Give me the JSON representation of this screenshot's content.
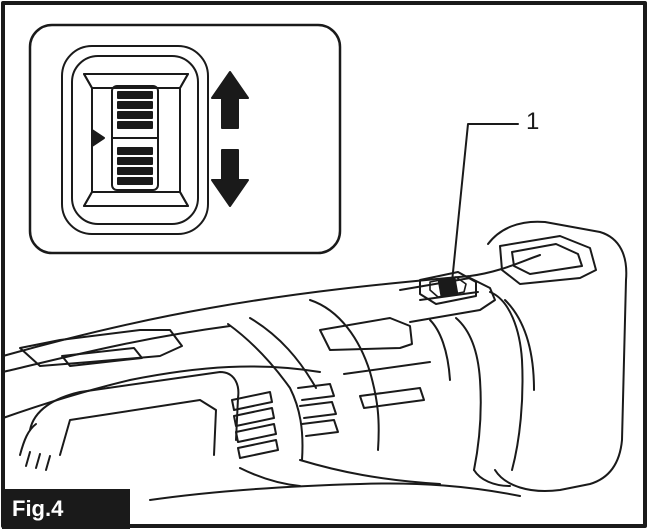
{
  "figure": {
    "label": "Fig.4",
    "callouts": [
      {
        "number": "1",
        "target": "speed-adjusting-dial"
      }
    ]
  },
  "inset": {
    "indicator": "pointer-arrow",
    "arrows": [
      "up-arrow-icon",
      "down-arrow-icon"
    ]
  },
  "colors": {
    "line": "#1a1a1a",
    "background": "#ffffff",
    "label_bg": "#1a1a1a",
    "label_text": "#ffffff"
  }
}
